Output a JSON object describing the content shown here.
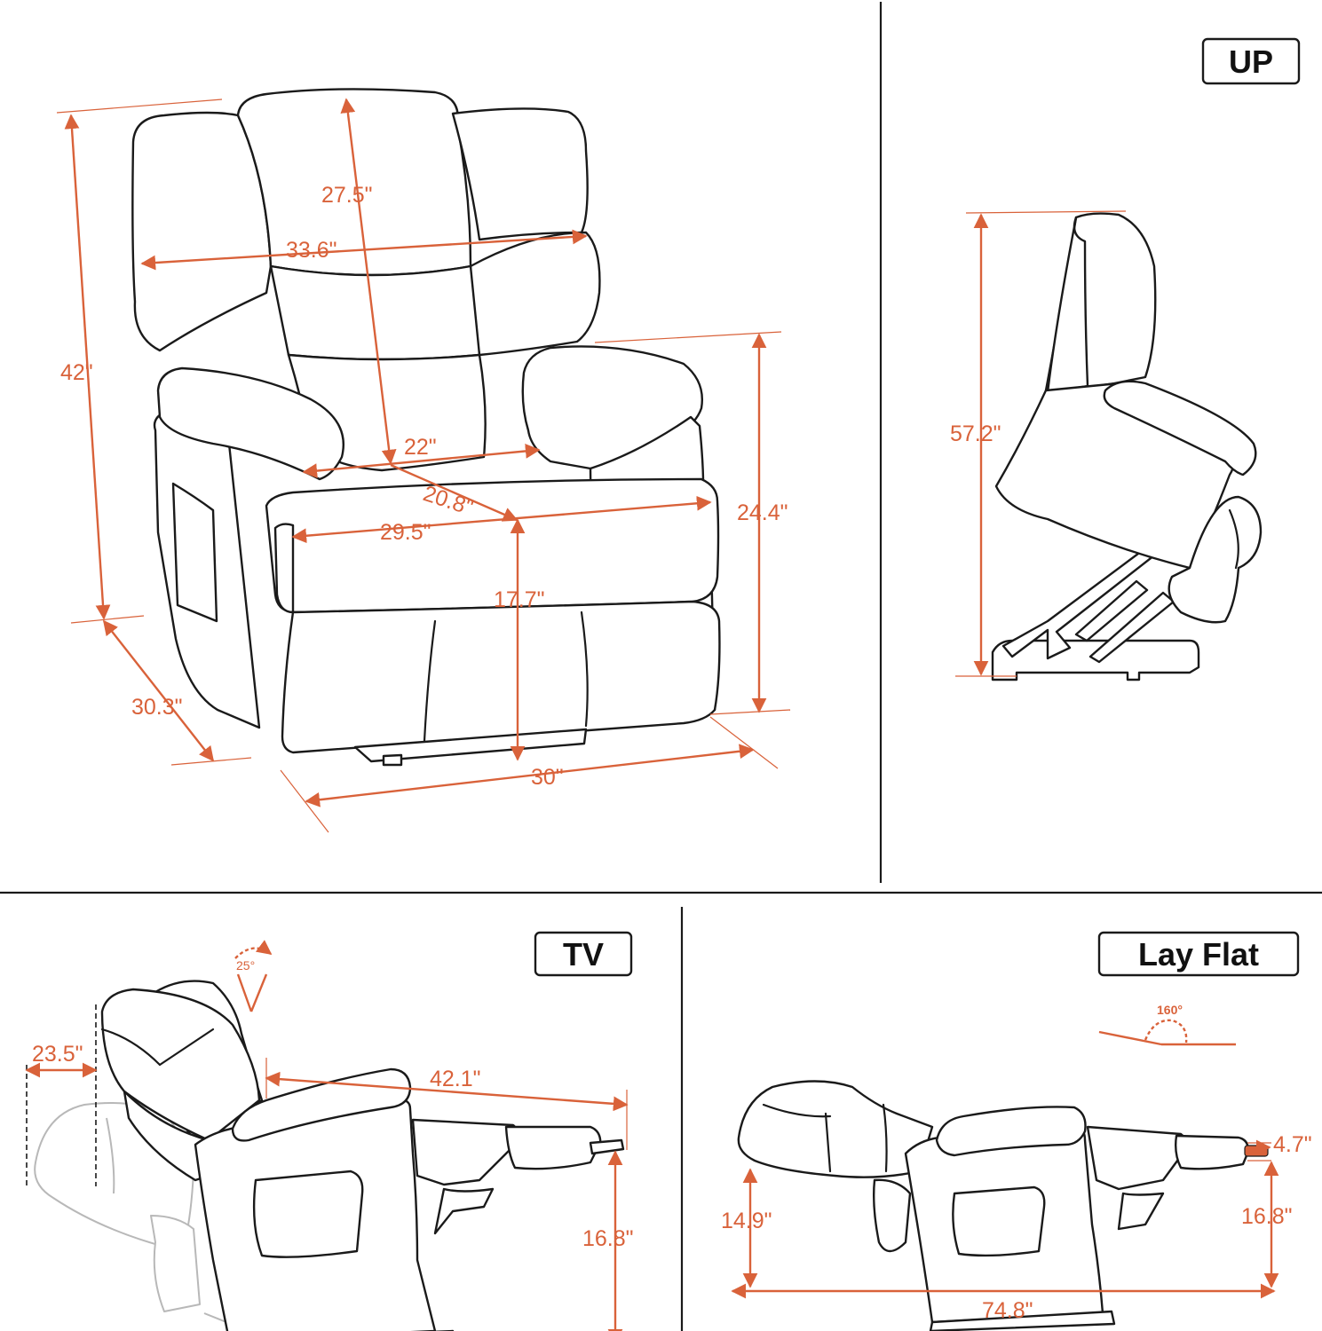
{
  "panels": {
    "up": {
      "tag": "UP"
    },
    "tv": {
      "tag": "TV"
    },
    "lay_flat": {
      "tag": "Lay Flat"
    }
  },
  "dimensions": {
    "total_height": "42\"",
    "back_height": "27.5\"",
    "back_width": "33.6\"",
    "seat_width": "22\"",
    "seat_depth": "20.8\"",
    "inner_width": "29.5\"",
    "armrest_height": "24.4\"",
    "seat_height": "17.7\"",
    "depth": "30.3\"",
    "width": "30\"",
    "lift_height": "57.2\"",
    "wall_clearance": "23.5\"",
    "tv_length": "42.1\"",
    "tv_footrest_height": "16.8\"",
    "tv_angle": "25°",
    "flat_angle": "160°",
    "flat_back_height": "14.9\"",
    "flat_footrest_height": "16.8\"",
    "flat_footrest_ext": "4.7\"",
    "flat_length": "74.8\""
  },
  "colors": {
    "dimension": "#d9623a",
    "outline": "#1a1a1a",
    "ghost": "#b8b8b8"
  }
}
